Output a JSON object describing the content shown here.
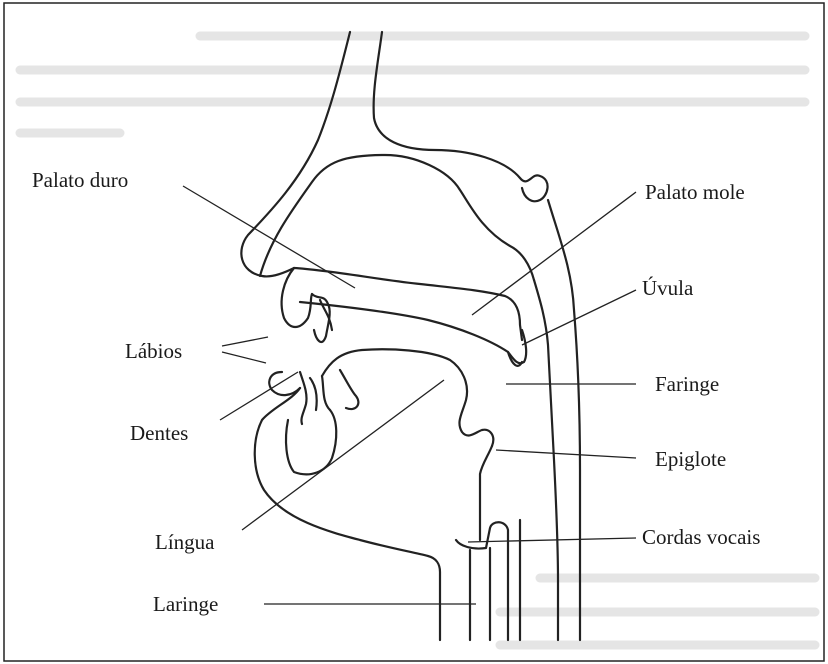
{
  "labels": {
    "palato_duro": "Palato duro",
    "palato_mole": "Palato mole",
    "uvula": "Úvula",
    "labios": "Lábios",
    "faringe": "Faringe",
    "dentes": "Dentes",
    "epiglote": "Epiglote",
    "lingua": "Língua",
    "cordas_vocais": "Cordas vocais",
    "laringe": "Laringe"
  },
  "colors": {
    "stroke": "#222222",
    "background": "#ffffff",
    "ghost_text": "#c8c8c8"
  }
}
